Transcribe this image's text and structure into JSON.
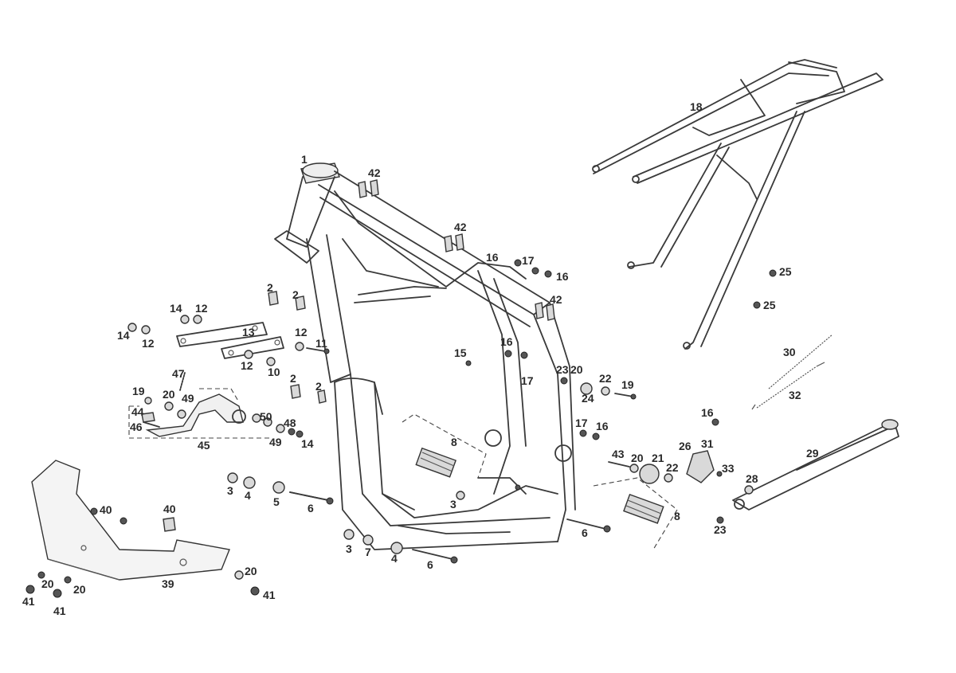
{
  "callouts": [
    {
      "text": "1"
    },
    {
      "text": "42"
    },
    {
      "text": "42"
    },
    {
      "text": "42"
    },
    {
      "text": "18"
    },
    {
      "text": "16"
    },
    {
      "text": "17"
    },
    {
      "text": "16"
    },
    {
      "text": "25"
    },
    {
      "text": "25"
    },
    {
      "text": "2"
    },
    {
      "text": "2"
    },
    {
      "text": "14"
    },
    {
      "text": "12"
    },
    {
      "text": "14"
    },
    {
      "text": "12"
    },
    {
      "text": "13"
    },
    {
      "text": "12"
    },
    {
      "text": "11"
    },
    {
      "text": "12"
    },
    {
      "text": "10"
    },
    {
      "text": "15"
    },
    {
      "text": "16"
    },
    {
      "text": "17"
    },
    {
      "text": "23"
    },
    {
      "text": "20"
    },
    {
      "text": "24"
    },
    {
      "text": "22"
    },
    {
      "text": "19"
    },
    {
      "text": "30"
    },
    {
      "text": "32"
    },
    {
      "text": "47"
    },
    {
      "text": "2"
    },
    {
      "text": "2"
    },
    {
      "text": "19"
    },
    {
      "text": "20"
    },
    {
      "text": "49"
    },
    {
      "text": "44"
    },
    {
      "text": "46"
    },
    {
      "text": "50"
    },
    {
      "text": "48"
    },
    {
      "text": "49"
    },
    {
      "text": "14"
    },
    {
      "text": "45"
    },
    {
      "text": "8"
    },
    {
      "text": "17"
    },
    {
      "text": "16"
    },
    {
      "text": "16"
    },
    {
      "text": "26"
    },
    {
      "text": "31"
    },
    {
      "text": "33"
    },
    {
      "text": "29"
    },
    {
      "text": "43"
    },
    {
      "text": "20"
    },
    {
      "text": "21"
    },
    {
      "text": "22"
    },
    {
      "text": "28"
    },
    {
      "text": "23"
    },
    {
      "text": "3"
    },
    {
      "text": "4"
    },
    {
      "text": "5"
    },
    {
      "text": "6"
    },
    {
      "text": "3"
    },
    {
      "text": "8"
    },
    {
      "text": "6"
    },
    {
      "text": "40"
    },
    {
      "text": "40"
    },
    {
      "text": "3"
    },
    {
      "text": "7"
    },
    {
      "text": "4"
    },
    {
      "text": "6"
    },
    {
      "text": "39"
    },
    {
      "text": "20"
    },
    {
      "text": "20"
    },
    {
      "text": "20"
    },
    {
      "text": "41"
    },
    {
      "text": "41"
    },
    {
      "text": "41"
    }
  ]
}
